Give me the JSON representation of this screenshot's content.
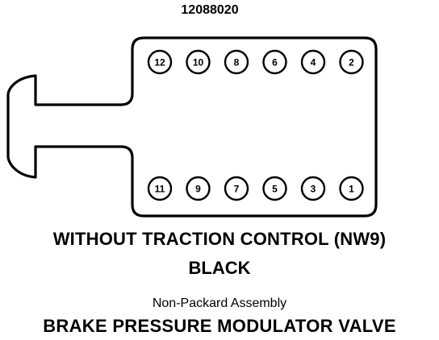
{
  "part_number": "12088020",
  "connector": {
    "top_row_pins": [
      "12",
      "10",
      "8",
      "6",
      "4",
      "2"
    ],
    "bottom_row_pins": [
      "11",
      "9",
      "7",
      "5",
      "3",
      "1"
    ]
  },
  "captions": {
    "line1": "WITHOUT TRACTION CONTROL (NW9)",
    "line2": "BLACK",
    "line3": "Non-Packard Assembly",
    "line4": "BRAKE PRESSURE MODULATOR VALVE"
  }
}
